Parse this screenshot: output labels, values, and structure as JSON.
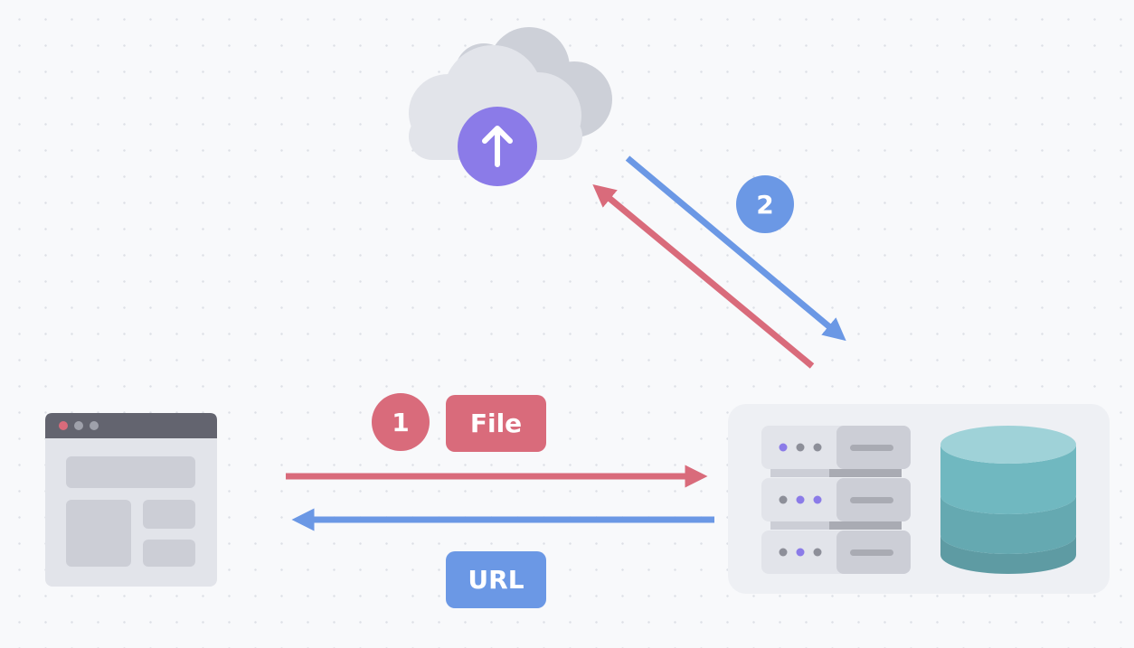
{
  "diagram": {
    "step_one": "1",
    "step_two": "2",
    "file_label": "File",
    "url_label": "URL"
  },
  "colors": {
    "request_arrow": "#d96b7b",
    "response_arrow": "#6b98e5",
    "upload_badge": "#8b7be8",
    "browser_topbar": "#63646f",
    "cloud": "#e2e4ea",
    "database_top": "#9fd2d8"
  },
  "icons": {
    "cloud": "cloud-icon",
    "upload": "upload-arrow-icon",
    "browser": "browser-window-icon",
    "server": "server-rack-icon",
    "database": "database-icon"
  }
}
